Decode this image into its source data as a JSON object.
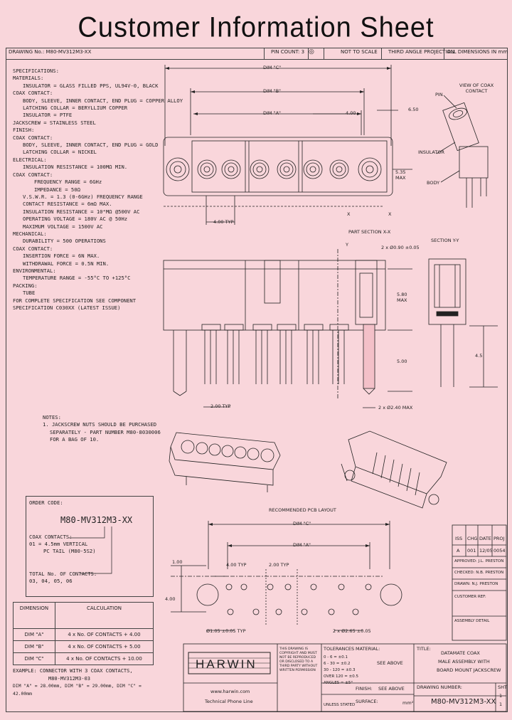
{
  "title": "Customer Information Sheet",
  "header": {
    "drawing_no": "DRAWING No.: M80-MV312M3-XX",
    "pin_count": "PIN COUNT: 3",
    "not_to_scale": "NOT TO SCALE",
    "third_angle": "THIRD ANGLE PROJECTION",
    "units": "ALL DIMENSIONS IN mm"
  },
  "specifications": [
    "SPECIFICATIONS:",
    "MATERIALS:",
    "INSULATOR = GLASS FILLED PPS, UL94V-0, BLACK",
    "COAX CONTACT:",
    "BODY, SLEEVE, INNER CONTACT, END PLUG = COPPER ALLOY",
    "LATCHING COLLAR = BERYLLIUM COPPER",
    "INSULATOR = PTFE",
    "JACKSCREW = STAINLESS STEEL",
    "FINISH:",
    "COAX CONTACT:",
    "BODY, SLEEVE, INNER CONTACT, END PLUG = GOLD",
    "LATCHING COLLAR = NICKEL",
    "ELECTRICAL:",
    "INSULATION RESISTANCE = 100MΩ MIN.",
    "COAX CONTACT:",
    "FREQUENCY RANGE = 6GHz",
    "IMPEDANCE = 50Ω",
    "V.S.W.R. = 1.3 (0-6GHz) FREQUENCY RANGE",
    "CONTACT RESISTANCE = 6mΩ MAX.",
    "INSULATION RESISTANCE = 10⁴MΩ @500V AC",
    "OPERATING VOLTAGE = 180V AC @ 50Hz",
    "MAXIMUM VOLTAGE = 1500V AC",
    "MECHANICAL:",
    "DURABILITY = 500 OPERATIONS",
    "COAX CONTACT:",
    "INSERTION FORCE = 6N MAX.",
    "WITHDRAWAL FORCE = 0.5N MIN.",
    "ENVIRONMENTAL:",
    "TEMPERATURE RANGE = -55°C TO +125°C",
    "PACKING:",
    "TUBE",
    "FOR COMPLETE SPECIFICATION SEE COMPONENT",
    "SPECIFICATION C030XX (LATEST ISSUE)"
  ],
  "notes": [
    "NOTES:",
    "1. JACKSCREW NUTS SHOULD BE PURCHASED",
    "SEPARATELY - PART NUMBER M80-8030006",
    "FOR A BAG OF 10."
  ],
  "order_code": {
    "label": "ORDER CODE:",
    "code": "M80-MV312M3-XX",
    "coax_title": "COAX CONTACTS:",
    "coax_detail_1": "01 = 4.5mm VERTICAL",
    "coax_detail_2": "PC TAIL (M80-5S2)",
    "total_title": "TOTAL No. OF CONTACTS:",
    "total_values": "03, 04, 05, 06"
  },
  "dim_table": {
    "headers": [
      "DIMENSION",
      "CALCULATION"
    ],
    "rows": [
      [
        "DIM \"A\"",
        "4 x No. OF CONTACTS + 4.00"
      ],
      [
        "DIM \"B\"",
        "4 x No. OF CONTACTS + 5.00"
      ],
      [
        "DIM \"C\"",
        "4 x No. OF CONTACTS + 10.00"
      ]
    ]
  },
  "example": [
    "EXAMPLE: CONNECTOR WITH 3 COAX CONTACTS,",
    "M80-MV312M3-03",
    "DIM \"A\" = 28.00mm, DIM \"B\" = 29.00mm, DIM \"C\" = 42.00mm"
  ],
  "drawing_labels": {
    "dim_c": "DIM \"C\"",
    "dim_b": "DIM \"B\"",
    "dim_a": "DIM \"A\"",
    "pitch_4": "4.00",
    "typ_4": "4.00 TYP",
    "typ_2": "2.00 TYP",
    "d_6_50": "6.50",
    "d_5_35": "5.35 MAX",
    "d_5_80": "5.80 MAX",
    "d_5_00": "5.00",
    "d_4_5": "4.5",
    "x_mark": "X",
    "y_mark": "Y",
    "part_section": "PART SECTION X-X",
    "section_yy": "SECTION Y-Y",
    "dia_0_90": "2 x Ø0.90 ±0.05",
    "dia_2_4": "2 x Ø2.40 MAX",
    "view_coax": "VIEW OF COAX CONTACT",
    "pin_lbl": "PIN",
    "insulator_lbl": "INSULATOR",
    "body_lbl": "BODY",
    "pcb_layout": "RECOMMENDED PCB LAYOUT",
    "pcb_dim_c": "DIM \"C\"",
    "pcb_dim_a": "DIM \"A\"",
    "pcb_4_typ": "4.00 TYP",
    "pcb_2_typ": "2.00 TYP",
    "pcb_1_00": "1.00",
    "pcb_4_00": "4.00",
    "pcb_dia_holes": "Ø1.05 ±0.05 TYP",
    "pcb_dia_big": "2 x Ø2.65 ±0.05"
  },
  "revision_block": {
    "col_iss": "ISS",
    "col_chg": "CHG",
    "col_date": "DATE",
    "col_proj": "PROJ",
    "row_iss": "A",
    "row_chg": "001",
    "row_date": "12/05",
    "row_proj": "0054",
    "approved": "APPROVED: J.L. PRESTON",
    "checked": "CHECKED: N.B. PRESTON",
    "drawn": "DRAWN: N.J. PRESTON",
    "customer_ref": "CUSTOMER REF:",
    "assembly": "ASSEMBLY DETAIL"
  },
  "title_block": {
    "logo": "HARWIN",
    "web": "www.harwin.com",
    "tech_phone": "Technical Phone Line",
    "copyright": "THIS DRAWING IS COPYRIGHT AND MUST NOT BE REPRODUCED OR DISCLOSED TO A THIRD PARTY WITHOUT WRITTEN PERMISSION",
    "tolerances": "TOLERANCES",
    "tol_lines": [
      "0 - 6 = ±0.1",
      "6 - 30 = ±0.2",
      "30 - 120 = ±0.3",
      "OVER 120 = ±0.5",
      "ANGLES = ±5°"
    ],
    "unless": "UNLESS STATED",
    "material": "MATERIAL:",
    "material_val": "SEE ABOVE",
    "finish": "FINISH:",
    "finish_val": "SEE ABOVE",
    "surface": "SURFACE:",
    "surface_val": "mm²",
    "title_lbl": "TITLE:",
    "title_val_1": "DATAMATE COAX",
    "title_val_2": "MALE ASSEMBLY WITH",
    "title_val_3": "BOARD MOUNT JACKSCREW",
    "drawing_lbl": "DRAWING NUMBER:",
    "drawing_val": "M80-MV312M3-XX",
    "sheet": "SHT",
    "sheet_val": "1",
    "of_val": "1"
  },
  "colors": {
    "background": "#f9d6db",
    "ink": "#222222"
  }
}
